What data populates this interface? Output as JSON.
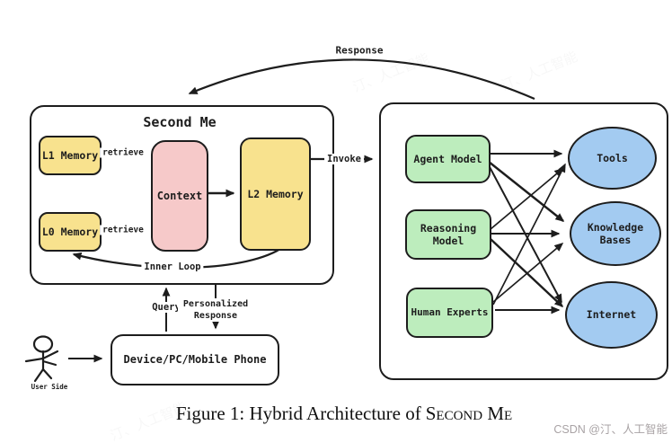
{
  "figure": {
    "response_arrow_label": "Response",
    "invoke_arrow_label": "Invoke",
    "second_me": {
      "title": "Second Me",
      "l1_memory_label": "L1 Memory",
      "l0_memory_label": "L0 Memory",
      "context_label": "Context",
      "l2_memory_label": "L2 Memory",
      "retrieve_l1_label": "retrieve",
      "retrieve_l0_label": "retrieve",
      "inner_loop_label": "Inner Loop"
    },
    "user_side": {
      "query_label": "Query",
      "personalized_response_label": "Personalized Response",
      "device_label": "Device/PC/Mobile Phone",
      "user_label": "User Side"
    },
    "hybrid_backend": {
      "agent_model_label": "Agent Model",
      "reasoning_model_label": "Reasoning Model",
      "human_experts_label": "Human Experts",
      "tools_label": "Tools",
      "knowledge_bases_label": "Knowledge Bases",
      "internet_label": "Internet"
    },
    "colors": {
      "memory_fill": "#f8e28e",
      "context_fill": "#f6c9c9",
      "model_fill": "#bdedbd",
      "resource_fill": "#a3cbf1",
      "stroke": "#1d1d1d"
    }
  },
  "caption": {
    "prefix": "Figure 1: Hybrid Architecture of",
    "name_smallcaps": "Second Me"
  },
  "watermark": {
    "credit": "CSDN @汀、人工智能",
    "faint": "汀、人工智能"
  }
}
